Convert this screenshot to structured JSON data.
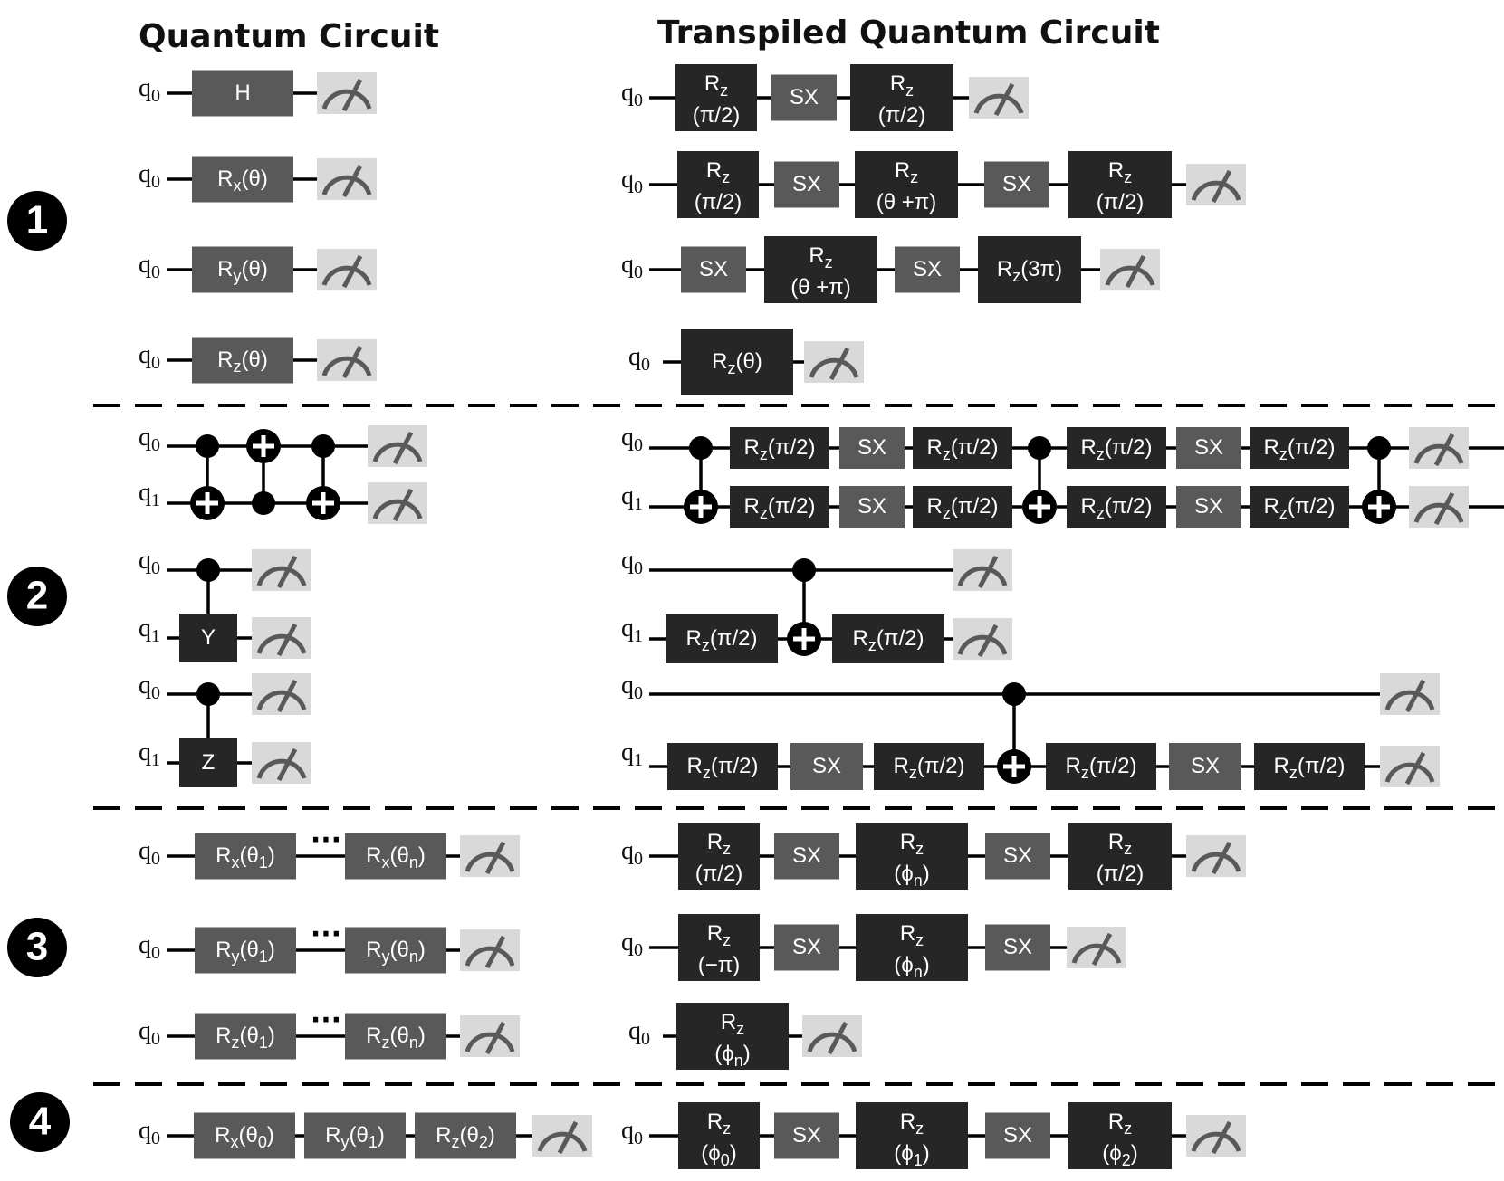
{
  "titles": {
    "left": "Quantum Circuit",
    "right": "Transpiled Quantum Circuit"
  },
  "colors": {
    "gate_light": "#595959",
    "gate_dark": "#262626",
    "meter_bg": "#d9d9d9",
    "meter_stroke": "#595959",
    "wire": "#000000"
  },
  "sections": [
    {
      "number": "1",
      "circuits": [
        {
          "original": {
            "wires": [
              "q_0"
            ],
            "gates": [
              {
                "label": "H"
              }
            ]
          },
          "transpiled": {
            "wires": [
              "q_0"
            ],
            "gates": [
              {
                "label": "R_z\n(π/2)"
              },
              {
                "label": "SX"
              },
              {
                "label": "R_z\n(π/2)"
              }
            ]
          }
        },
        {
          "original": {
            "wires": [
              "q_0"
            ],
            "gates": [
              {
                "label": "R_x(θ)"
              }
            ]
          },
          "transpiled": {
            "wires": [
              "q_0"
            ],
            "gates": [
              {
                "label": "R_z\n(π/2)"
              },
              {
                "label": "SX"
              },
              {
                "label": "R_z\n(θ +π)"
              },
              {
                "label": "SX"
              },
              {
                "label": "R_z\n(π/2)"
              }
            ]
          }
        },
        {
          "original": {
            "wires": [
              "q_0"
            ],
            "gates": [
              {
                "label": "R_y(θ)"
              }
            ]
          },
          "transpiled": {
            "wires": [
              "q_0"
            ],
            "gates": [
              {
                "label": "SX"
              },
              {
                "label": "R_z\n(θ +π)"
              },
              {
                "label": "SX"
              },
              {
                "label": "R_z(3π)"
              }
            ]
          }
        },
        {
          "original": {
            "wires": [
              "q_0"
            ],
            "gates": [
              {
                "label": "R_z(θ)"
              }
            ]
          },
          "transpiled": {
            "wires": [
              "q_0"
            ],
            "gates": [
              {
                "label": "R_z(θ)"
              }
            ]
          }
        }
      ]
    },
    {
      "number": "2",
      "circuits": [
        {
          "original": {
            "wires": [
              "q_0",
              "q_1"
            ],
            "gates": [
              {
                "type": "CNOT",
                "control": "q_0",
                "target": "q_1"
              },
              {
                "type": "CNOT",
                "control": "q_1",
                "target": "q_0"
              },
              {
                "type": "CNOT",
                "control": "q_0",
                "target": "q_1"
              }
            ]
          },
          "transpiled": {
            "wires": [
              "q_0",
              "q_1"
            ],
            "gates": [
              {
                "type": "CNOT",
                "control": "q_0",
                "target": "q_1"
              },
              {
                "wire": "q_0",
                "label": "R_z(π/2)"
              },
              {
                "wire": "q_0",
                "label": "SX"
              },
              {
                "wire": "q_0",
                "label": "R_z(π/2)"
              },
              {
                "wire": "q_1",
                "label": "R_z(π/2)"
              },
              {
                "wire": "q_1",
                "label": "SX"
              },
              {
                "wire": "q_1",
                "label": "R_z(π/2)"
              },
              {
                "type": "CNOT",
                "control": "q_0",
                "target": "q_1"
              },
              {
                "wire": "q_0",
                "label": "R_z(π/2)"
              },
              {
                "wire": "q_0",
                "label": "SX"
              },
              {
                "wire": "q_0",
                "label": "R_z(π/2)"
              },
              {
                "wire": "q_1",
                "label": "R_z(π/2)"
              },
              {
                "wire": "q_1",
                "label": "SX"
              },
              {
                "wire": "q_1",
                "label": "R_z(π/2)"
              },
              {
                "type": "CNOT",
                "control": "q_0",
                "target": "q_1"
              }
            ]
          }
        },
        {
          "original": {
            "wires": [
              "q_0",
              "q_1"
            ],
            "gates": [
              {
                "type": "controlled",
                "control": "q_0",
                "target": "q_1",
                "label": "Y"
              }
            ]
          },
          "transpiled": {
            "wires": [
              "q_0",
              "q_1"
            ],
            "gates": [
              {
                "wire": "q_1",
                "label": "R_z(π/2)"
              },
              {
                "type": "CNOT",
                "control": "q_0",
                "target": "q_1"
              },
              {
                "wire": "q_1",
                "label": "R_z(π/2)"
              }
            ]
          }
        },
        {
          "original": {
            "wires": [
              "q_0",
              "q_1"
            ],
            "gates": [
              {
                "type": "controlled",
                "control": "q_0",
                "target": "q_1",
                "label": "Z"
              }
            ]
          },
          "transpiled": {
            "wires": [
              "q_0",
              "q_1"
            ],
            "gates": [
              {
                "wire": "q_1",
                "label": "R_z(π/2)"
              },
              {
                "wire": "q_1",
                "label": "SX"
              },
              {
                "wire": "q_1",
                "label": "R_z(π/2)"
              },
              {
                "type": "CNOT",
                "control": "q_0",
                "target": "q_1"
              },
              {
                "wire": "q_1",
                "label": "R_z(π/2)"
              },
              {
                "wire": "q_1",
                "label": "SX"
              },
              {
                "wire": "q_1",
                "label": "R_z(π/2)"
              }
            ]
          }
        }
      ]
    },
    {
      "number": "3",
      "circuits": [
        {
          "original": {
            "wires": [
              "q_0"
            ],
            "gates": [
              {
                "label": "R_x(θ_1)"
              },
              {
                "label": "···"
              },
              {
                "label": "R_x(θ_n)"
              }
            ]
          },
          "transpiled": {
            "wires": [
              "q_0"
            ],
            "gates": [
              {
                "label": "R_z\n(π/2)"
              },
              {
                "label": "SX"
              },
              {
                "label": "R_z\n(ϕ_n)"
              },
              {
                "label": "SX"
              },
              {
                "label": "R_z\n(π/2)"
              }
            ]
          }
        },
        {
          "original": {
            "wires": [
              "q_0"
            ],
            "gates": [
              {
                "label": "R_y(θ_1)"
              },
              {
                "label": "···"
              },
              {
                "label": "R_y(θ_n)"
              }
            ]
          },
          "transpiled": {
            "wires": [
              "q_0"
            ],
            "gates": [
              {
                "label": "R_z\n(−π)"
              },
              {
                "label": "SX"
              },
              {
                "label": "R_z\n(ϕ_n)"
              },
              {
                "label": "SX"
              }
            ]
          }
        },
        {
          "original": {
            "wires": [
              "q_0"
            ],
            "gates": [
              {
                "label": "R_z(θ_1)"
              },
              {
                "label": "···"
              },
              {
                "label": "R_z(θ_n)"
              }
            ]
          },
          "transpiled": {
            "wires": [
              "q_0"
            ],
            "gates": [
              {
                "label": "R_z\n(ϕ_n)"
              }
            ]
          }
        }
      ]
    },
    {
      "number": "4",
      "circuits": [
        {
          "original": {
            "wires": [
              "q_0"
            ],
            "gates": [
              {
                "label": "R_x(θ_0)"
              },
              {
                "label": "R_y(θ_1)"
              },
              {
                "label": "R_z(θ_2)"
              }
            ]
          },
          "transpiled": {
            "wires": [
              "q_0"
            ],
            "gates": [
              {
                "label": "R_z\n(ϕ_0)"
              },
              {
                "label": "SX"
              },
              {
                "label": "R_z\n(ϕ_1)"
              },
              {
                "label": "SX"
              },
              {
                "label": "R_z\n(ϕ_2)"
              }
            ]
          }
        }
      ]
    }
  ]
}
